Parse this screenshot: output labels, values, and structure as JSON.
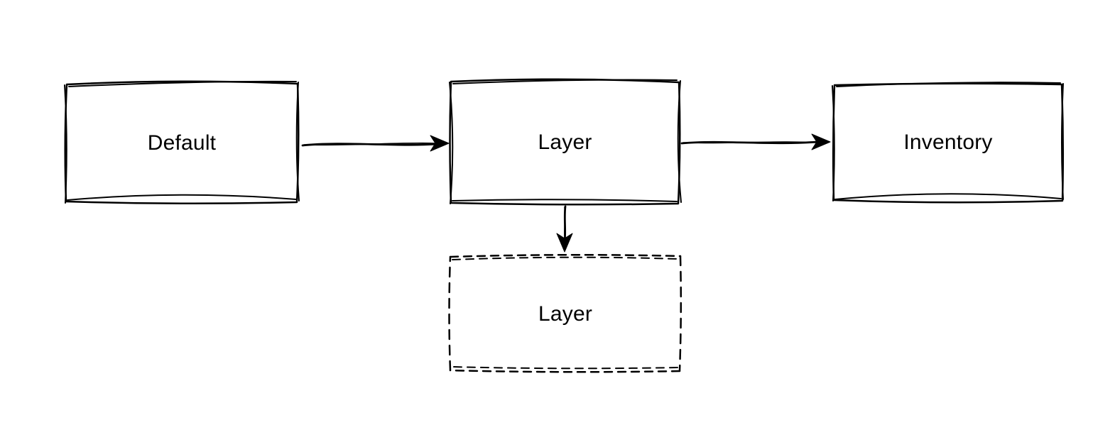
{
  "diagram": {
    "background_color": "#ffffff",
    "stroke_color": "#000000",
    "style": "hand-drawn-sketch",
    "nodes": [
      {
        "id": "default",
        "label": "Default",
        "border": "solid"
      },
      {
        "id": "layer",
        "label": "Layer",
        "border": "solid"
      },
      {
        "id": "inventory",
        "label": "Inventory",
        "border": "solid"
      },
      {
        "id": "layer-draft",
        "label": "Layer",
        "border": "dashed"
      }
    ],
    "edges": [
      {
        "from": "Default",
        "to": "Layer",
        "direction": "right"
      },
      {
        "from": "Layer",
        "to": "Inventory",
        "direction": "right"
      },
      {
        "from": "Layer",
        "to": "Layer",
        "direction": "down"
      }
    ]
  }
}
